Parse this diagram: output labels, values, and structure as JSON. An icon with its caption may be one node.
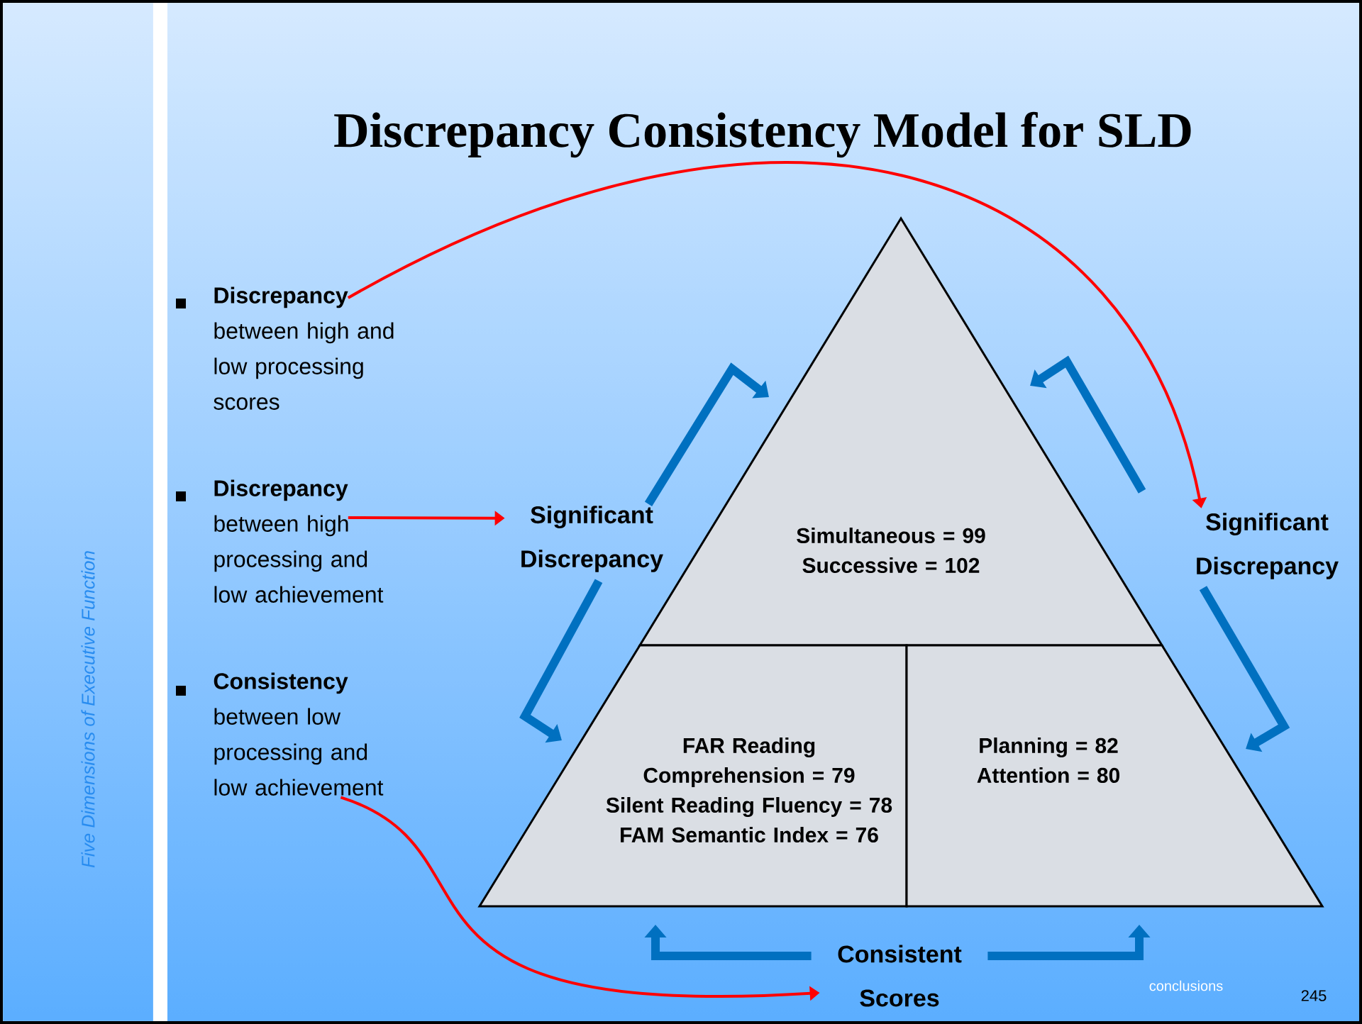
{
  "diagram": {
    "title": "Discrepancy Consistency Model for SLD",
    "nodes": [
      {
        "text": [
          "**Discrepancy** between high and low processing scores"
        ]
      },
      {
        "text": [
          "**Discrepancy** between high processing and low achievement"
        ]
      },
      {
        "text": [
          "**Consistency** between low processing and low achievement"
        ]
      },
      {
        "text": [
          "Significant Discrepancy"
        ]
      },
      {
        "text": [
          "Significant Discrepancy"
        ]
      },
      {
        "text": [
          "Consistent Scores"
        ]
      },
      {
        "text": [
          "Simultaneous = 99 Successive = 102"
        ]
      },
      {
        "text": [
          "FAR Reading Comprehension = 79 Silent Reading Fluency = 78 FAM Semantic Index = 76"
        ]
      },
      {
        "text": [
          "Planning = 82 Attention = 80"
        ]
      }
    ],
    "edges": [
      {
        "from": 0,
        "to": 4,
        "arrow": "to",
        "color": "#ff0000"
      },
      {
        "from": 1,
        "to": 3,
        "arrow": "to",
        "color": "#ff0000"
      },
      {
        "from": 2,
        "to": 5,
        "arrow": "to",
        "color": "#ff0000"
      },
      {
        "from": 3,
        "to": 6,
        "arrow": "to"
      },
      {
        "from": 3,
        "to": 7,
        "arrow": "to"
      },
      {
        "from": 4,
        "to": 6,
        "arrow": "to"
      },
      {
        "from": 4,
        "to": 8,
        "arrow": "to"
      },
      {
        "from": 5,
        "to": 7,
        "arrow": "to"
      },
      {
        "from": 5,
        "to": 8,
        "arrow": "to"
      }
    ],
    "labels": [
      "Five Dimensions of Executive Function",
      "conclusions",
      "245"
    ]
  }
}
